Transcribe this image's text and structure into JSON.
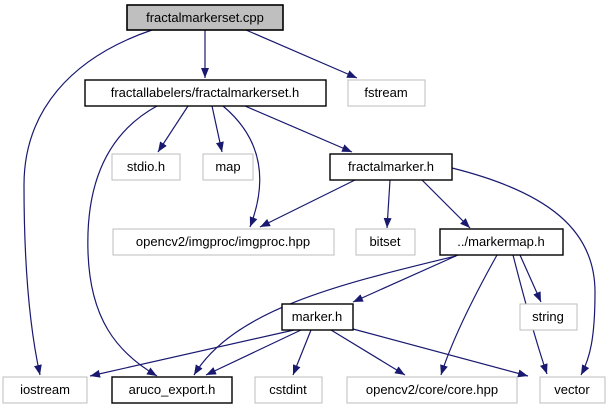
{
  "diagram": {
    "type": "include-dependency-graph",
    "root": "fractalmarkerset.cpp",
    "colors": {
      "edge": "#191970",
      "root_fill": "#bfbfbf",
      "node_fill": "#ffffff",
      "project_border": "#000000",
      "system_border": "#bebebe",
      "text": "#000000"
    },
    "nodes": [
      {
        "id": "fractalmarkerset-cpp",
        "label": "fractalmarkerset.cpp",
        "kind": "root"
      },
      {
        "id": "fractallabelers-fractalmarkerset-h",
        "label": "fractallabelers/fractalmarkerset.h",
        "kind": "project"
      },
      {
        "id": "fstream",
        "label": "fstream",
        "kind": "system"
      },
      {
        "id": "stdio-h",
        "label": "stdio.h",
        "kind": "system"
      },
      {
        "id": "map",
        "label": "map",
        "kind": "system"
      },
      {
        "id": "fractalmarker-h",
        "label": "fractalmarker.h",
        "kind": "project"
      },
      {
        "id": "opencv2-imgproc-imgproc-hpp",
        "label": "opencv2/imgproc/imgproc.hpp",
        "kind": "system"
      },
      {
        "id": "bitset",
        "label": "bitset",
        "kind": "system"
      },
      {
        "id": "markermap-h",
        "label": "../markermap.h",
        "kind": "project"
      },
      {
        "id": "marker-h",
        "label": "marker.h",
        "kind": "project"
      },
      {
        "id": "string",
        "label": "string",
        "kind": "system"
      },
      {
        "id": "iostream",
        "label": "iostream",
        "kind": "system"
      },
      {
        "id": "aruco-export-h",
        "label": "aruco_export.h",
        "kind": "project"
      },
      {
        "id": "cstdint",
        "label": "cstdint",
        "kind": "system"
      },
      {
        "id": "opencv2-core-core-hpp",
        "label": "opencv2/core/core.hpp",
        "kind": "system"
      },
      {
        "id": "vector",
        "label": "vector",
        "kind": "system"
      }
    ],
    "edges": [
      {
        "from": "fractalmarkerset-cpp",
        "to": "fractallabelers-fractalmarkerset-h"
      },
      {
        "from": "fractalmarkerset-cpp",
        "to": "fstream"
      },
      {
        "from": "fractalmarkerset-cpp",
        "to": "iostream"
      },
      {
        "from": "fractallabelers-fractalmarkerset-h",
        "to": "stdio-h"
      },
      {
        "from": "fractallabelers-fractalmarkerset-h",
        "to": "map"
      },
      {
        "from": "fractallabelers-fractalmarkerset-h",
        "to": "fractalmarker-h"
      },
      {
        "from": "fractallabelers-fractalmarkerset-h",
        "to": "opencv2-imgproc-imgproc-hpp"
      },
      {
        "from": "fractallabelers-fractalmarkerset-h",
        "to": "aruco-export-h"
      },
      {
        "from": "fractalmarker-h",
        "to": "opencv2-imgproc-imgproc-hpp"
      },
      {
        "from": "fractalmarker-h",
        "to": "bitset"
      },
      {
        "from": "fractalmarker-h",
        "to": "markermap-h"
      },
      {
        "from": "fractalmarker-h",
        "to": "vector"
      },
      {
        "from": "markermap-h",
        "to": "marker-h"
      },
      {
        "from": "markermap-h",
        "to": "string"
      },
      {
        "from": "markermap-h",
        "to": "opencv2-core-core-hpp"
      },
      {
        "from": "markermap-h",
        "to": "vector"
      },
      {
        "from": "markermap-h",
        "to": "aruco-export-h"
      },
      {
        "from": "marker-h",
        "to": "iostream"
      },
      {
        "from": "marker-h",
        "to": "aruco-export-h"
      },
      {
        "from": "marker-h",
        "to": "cstdint"
      },
      {
        "from": "marker-h",
        "to": "opencv2-core-core-hpp"
      },
      {
        "from": "marker-h",
        "to": "vector"
      }
    ]
  }
}
